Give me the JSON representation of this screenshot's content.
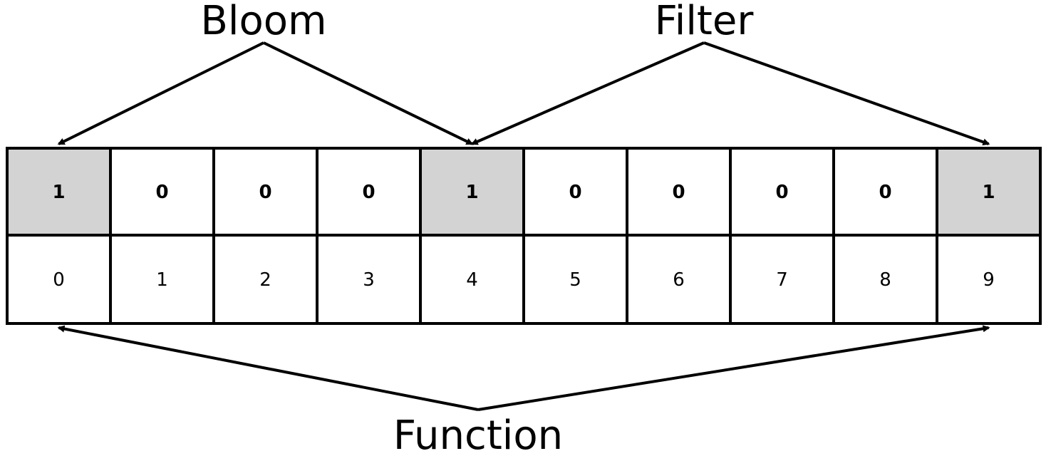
{
  "labels": {
    "top_left": "Bloom",
    "top_right": "Filter",
    "bottom": "Function"
  },
  "bits": [
    "1",
    "0",
    "0",
    "0",
    "1",
    "0",
    "0",
    "0",
    "0",
    "1"
  ],
  "indices": [
    "0",
    "1",
    "2",
    "3",
    "4",
    "5",
    "6",
    "7",
    "8",
    "9"
  ],
  "set_indices": [
    0,
    4,
    9
  ],
  "arrows": {
    "top_left": [
      0,
      4
    ],
    "top_right": [
      4,
      9
    ],
    "bottom": [
      0,
      9
    ]
  },
  "colors": {
    "set_cell": "#d3d3d3",
    "unset_cell": "#ffffff",
    "stroke": "#000000"
  }
}
